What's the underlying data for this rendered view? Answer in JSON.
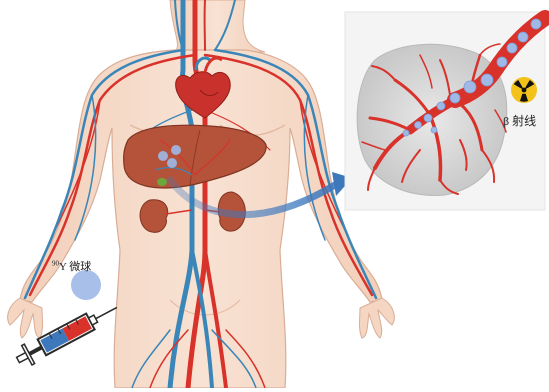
{
  "labels": {
    "isotope_superscript": "90",
    "microsphere_label": "Y 微球",
    "beta_label": "β 射线"
  },
  "icons": {
    "radiation": "radiation-icon",
    "syringe": "syringe-icon",
    "heart": "heart-icon",
    "liver": "liver-icon",
    "kidney": "kidney-icon"
  },
  "colors": {
    "artery": "#d8322a",
    "vein": "#3a86b8",
    "skin": "#f6d8c4",
    "liver": "#b5533a",
    "microsphere": "#9fb8e8",
    "radiation_yellow": "#f2c11a",
    "arrow": "#4a86c8"
  }
}
